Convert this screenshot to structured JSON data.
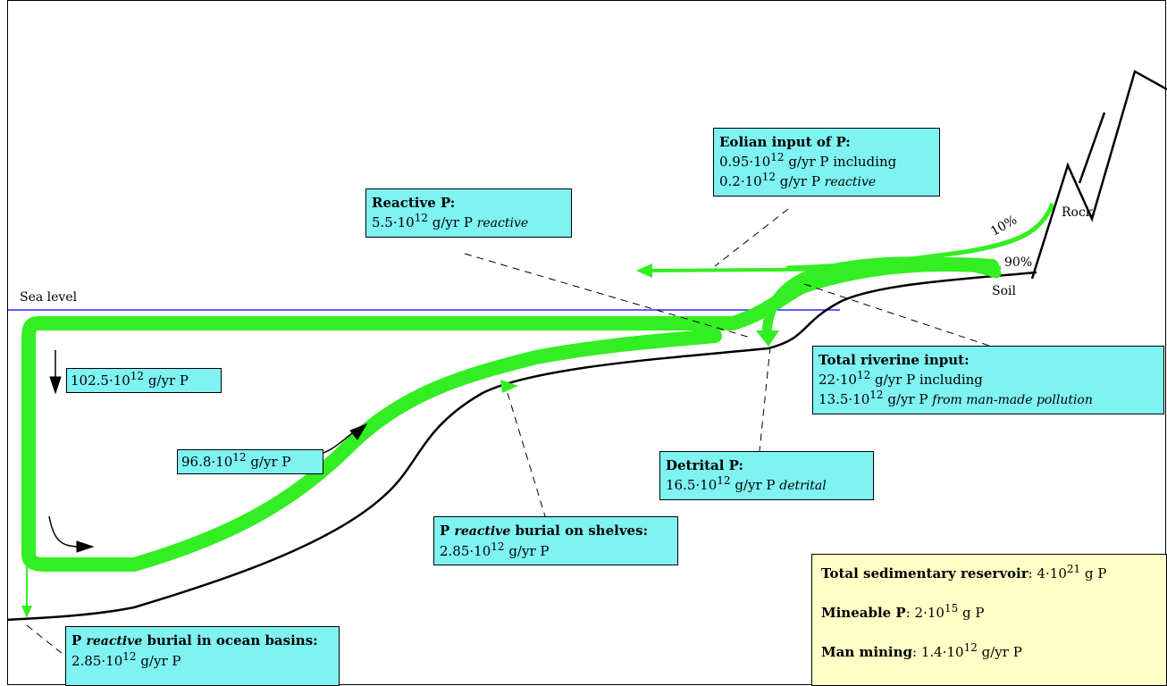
{
  "labels": {
    "sea_level": "Sea level",
    "rock": "Rock",
    "soil": "Soil",
    "pct_10": "10%",
    "pct_90": "90%"
  },
  "eolian": {
    "title": "Eolian input of P:",
    "line1_a": "0.95·10",
    "line1_exp": "12",
    "line1_b": " g/yr P including",
    "line2_a": "0.2·10",
    "line2_exp": "12",
    "line2_b": " g/yr P ",
    "line2_it": "reactive"
  },
  "reactive": {
    "title": "Reactive P:",
    "line1_a": "5.5·10",
    "line1_exp": "12",
    "line1_b": " g/yr P ",
    "line1_it": "reactive"
  },
  "riverine": {
    "title": "Total riverine input:",
    "line1_a": "22·10",
    "line1_exp": "12",
    "line1_b": " g/yr P including",
    "line2_a": "13.5·10",
    "line2_exp": "12",
    "line2_b": " g/yr P ",
    "line2_it": "from man-made pollution"
  },
  "detrital": {
    "title": "Detrital P:",
    "line1_a": "16.5·10",
    "line1_exp": "12",
    "line1_b": " g/yr P ",
    "line1_it": "detrital"
  },
  "downflux": {
    "a": "102.5·10",
    "exp": "12",
    "b": " g/yr P"
  },
  "upflux": {
    "a": "96.8·10",
    "exp": "12",
    "b": " g/yr P"
  },
  "shelves": {
    "title_a": "P ",
    "title_it": "reactive",
    "title_b": " burial on shelves:",
    "line1_a": "2.85·10",
    "line1_exp": "12",
    "line1_b": " g/yr P"
  },
  "ocean": {
    "title_a": "P ",
    "title_it": "reactive",
    "title_b": " burial in ocean basins:",
    "line1_a": "2.85·10",
    "line1_exp": "12",
    "line1_b": " g/yr P"
  },
  "sedimentary": {
    "total_label": "Total sedimentary reservoir",
    "total_a": ": 4·10",
    "total_exp": "21",
    "total_b": " g P",
    "mineable_label": "Mineable P",
    "mineable_a": ": 2·10",
    "mineable_exp": "15",
    "mineable_b": " g P",
    "mining_label": "Man mining",
    "mining_a": ": 1.4·10",
    "mining_exp": "12",
    "mining_b": " g/yr P"
  },
  "colors": {
    "flow": "#33ee22",
    "box": "#7ff2f2",
    "sediment_box": "#ffffc6",
    "sea": "#0000ff"
  }
}
